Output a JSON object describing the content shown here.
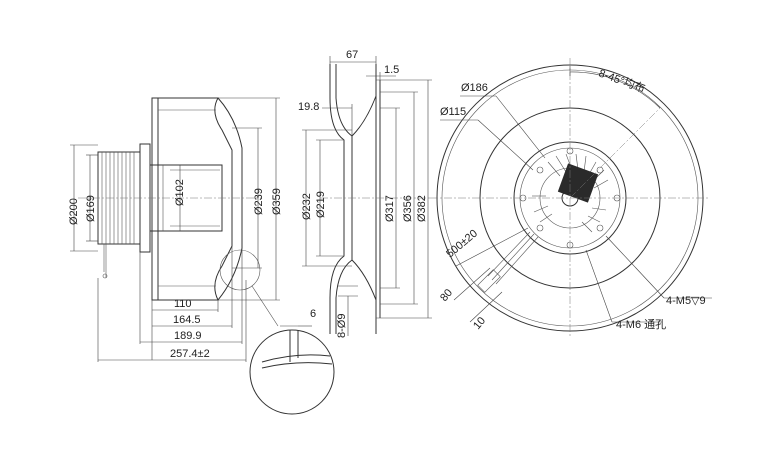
{
  "side_view": {
    "dims": {
      "d200": "Ø200",
      "d169": "Ø169",
      "d102": "Ø102",
      "d239": "Ø239",
      "d359": "Ø359",
      "w110": "110",
      "w164_5": "164.5",
      "w189_9": "189.9",
      "w257_4": "257.4±2",
      "gap6": "6"
    }
  },
  "inlet_ring": {
    "dims": {
      "w67": "67",
      "w1_5": "1.5",
      "w19_8": "19.8",
      "d232": "Ø232",
      "d219": "Ø219",
      "d317": "Ø317",
      "d356": "Ø356",
      "d382": "Ø382",
      "holes": "8-Ø9"
    }
  },
  "front_view": {
    "dims": {
      "d186": "Ø186",
      "d115": "Ø115",
      "angle": "8-45°均布",
      "cable_len": "500±20",
      "w80": "80",
      "w10": "10",
      "m5": "4-M5▽9",
      "m6": "4-M6 通孔"
    }
  }
}
